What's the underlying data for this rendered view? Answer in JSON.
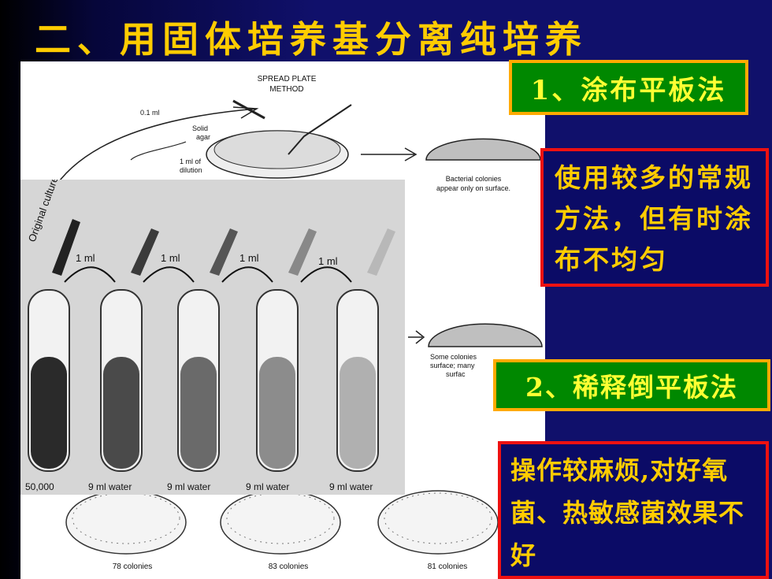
{
  "slide": {
    "title": "二、用固体培养基分离纯培养"
  },
  "boxes": {
    "method1": "1、涂布平板法",
    "note1": "使用较多的常规方法，但有时涂布不均匀",
    "method2": "2、稀释倒平板法",
    "note2": "操作较麻烦,对好氧菌、热敏感菌效果不好"
  },
  "diagram": {
    "spread_plate_title": "SPREAD PLATE",
    "spread_plate_method": "METHOD",
    "volume_01": "0.1 ml",
    "solid_agar": "Solid",
    "solid_agar2": "agar",
    "dilution_1": "1 ml of",
    "dilution_2": "dilution",
    "surface_colonies_1": "Bacterial colonies",
    "surface_colonies_2": "appear only on surface.",
    "some_colonies_1": "Some colonies",
    "some_colonies_2": "surface; many",
    "some_colonies_3": "surfac",
    "original_culture": "Original culture",
    "transfer_labels": [
      "1 ml",
      "1 ml",
      "1 ml",
      "1 ml"
    ],
    "stock_label": "50,000",
    "water_labels": [
      "9 ml water",
      "9 ml water",
      "9 ml water",
      "9 ml water"
    ],
    "plate_counts": [
      "78 colonies",
      "83 colonies",
      "81 colonies"
    ]
  },
  "colors": {
    "background": "#10106b",
    "title": "#ffcc00",
    "method_box_bg": "#008800",
    "method_box_border": "#ffaa00",
    "method_text": "#ffff33",
    "note_box_border": "#ee1111",
    "note_text": "#ffcc00"
  }
}
